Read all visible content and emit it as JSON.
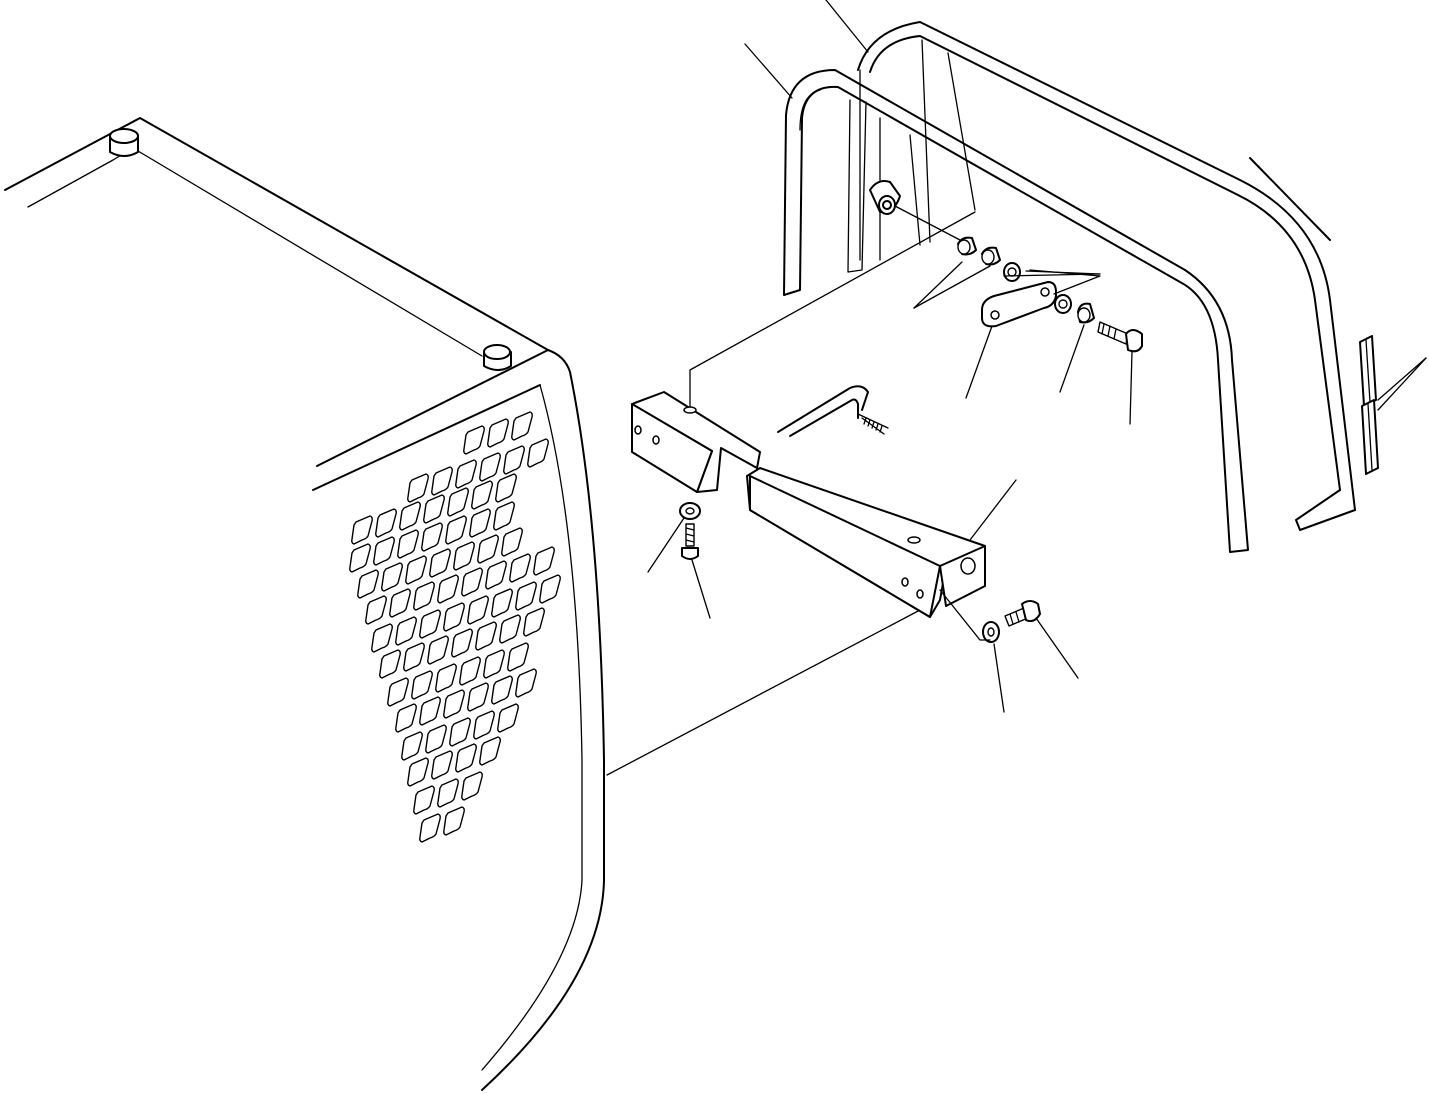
{
  "colors": {
    "background": "#ffffff",
    "line": "#000000"
  },
  "parts": [
    {
      "name": "cab-with-mesh-guard"
    },
    {
      "name": "outer-fender-frame"
    },
    {
      "name": "inner-fender-frame"
    },
    {
      "name": "mounting-bracket"
    },
    {
      "name": "u-bolt"
    },
    {
      "name": "rubber-mount"
    },
    {
      "name": "hardware-stack-spacers"
    },
    {
      "name": "plate"
    },
    {
      "name": "nut"
    },
    {
      "name": "hex-bolt"
    },
    {
      "name": "washer"
    },
    {
      "name": "flange-bolt"
    },
    {
      "name": "clip-pair"
    }
  ]
}
